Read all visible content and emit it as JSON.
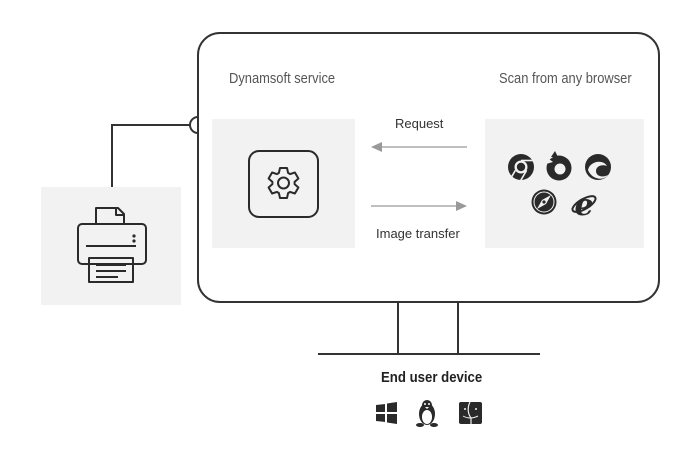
{
  "service": {
    "title": "Dynamsoft service",
    "icon": "gear-icon"
  },
  "browsers": {
    "title": "Scan from any browser",
    "icons": [
      "chrome-icon",
      "firefox-icon",
      "edge-icon",
      "safari-icon",
      "ie-icon"
    ]
  },
  "arrows": {
    "request_label": "Request",
    "transfer_label": "Image transfer"
  },
  "device": {
    "label": "End user device",
    "os_icons": [
      "windows-icon",
      "linux-icon",
      "mac-icon"
    ]
  },
  "scanner": {
    "icon": "printer-icon"
  },
  "colors": {
    "monitor_stroke": "#333333",
    "panel_fill": "#f2f2f2",
    "arrow": "#999999",
    "icon_dark": "#2a2a2a"
  }
}
